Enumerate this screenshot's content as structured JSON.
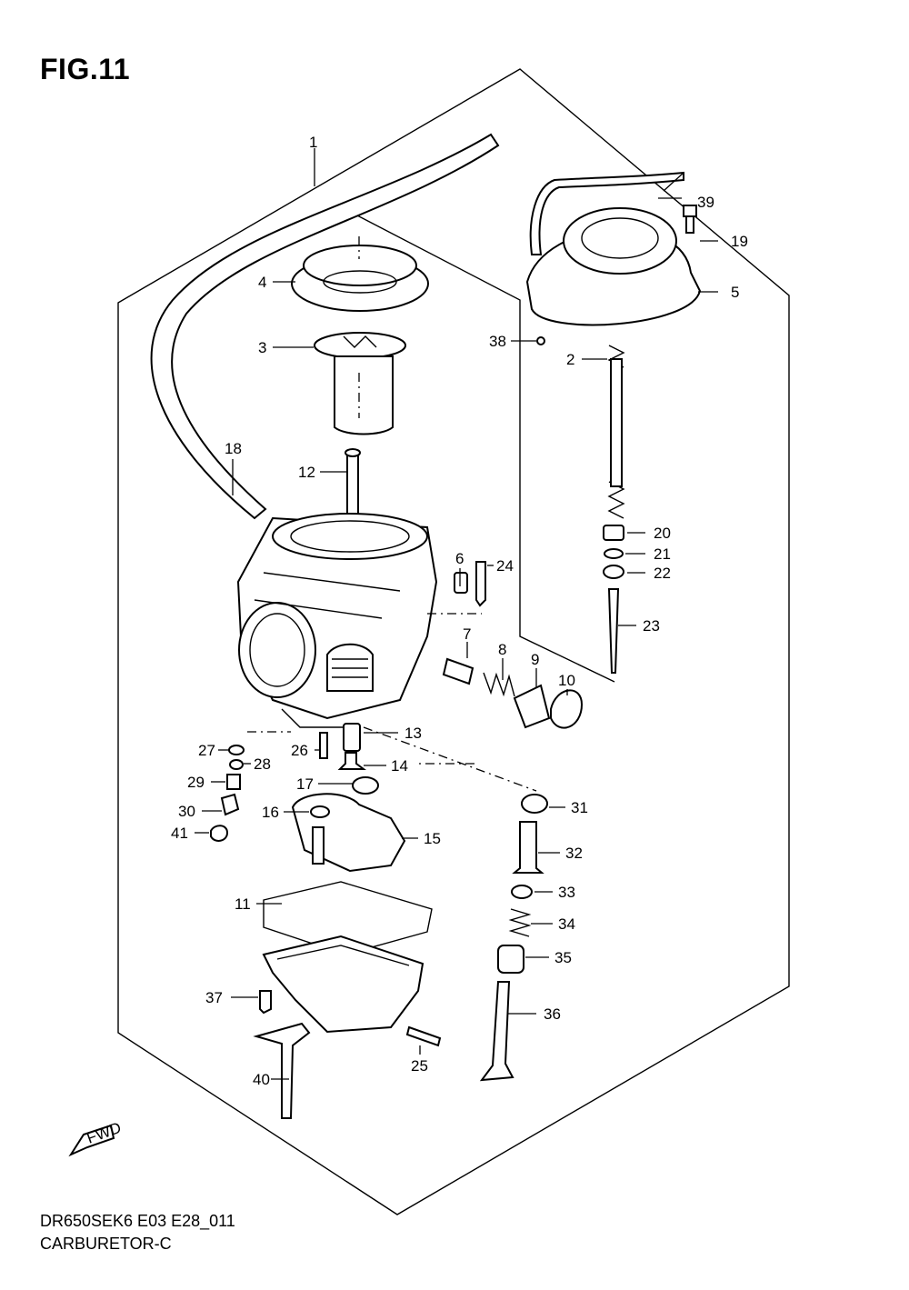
{
  "figure": {
    "title": "FIG.11",
    "model_code": "DR650SEK6 E03 E28_011",
    "section_name": "CARBURETOR-C",
    "fwd_badge": "FWD"
  },
  "callouts": [
    "1",
    "2",
    "3",
    "4",
    "5",
    "6",
    "7",
    "8",
    "9",
    "10",
    "11",
    "12",
    "13",
    "14",
    "15",
    "16",
    "17",
    "18",
    "19",
    "20",
    "21",
    "22",
    "23",
    "24",
    "25",
    "26",
    "27",
    "28",
    "29",
    "30",
    "31",
    "32",
    "33",
    "34",
    "35",
    "36",
    "37",
    "38",
    "39",
    "40",
    "41"
  ]
}
